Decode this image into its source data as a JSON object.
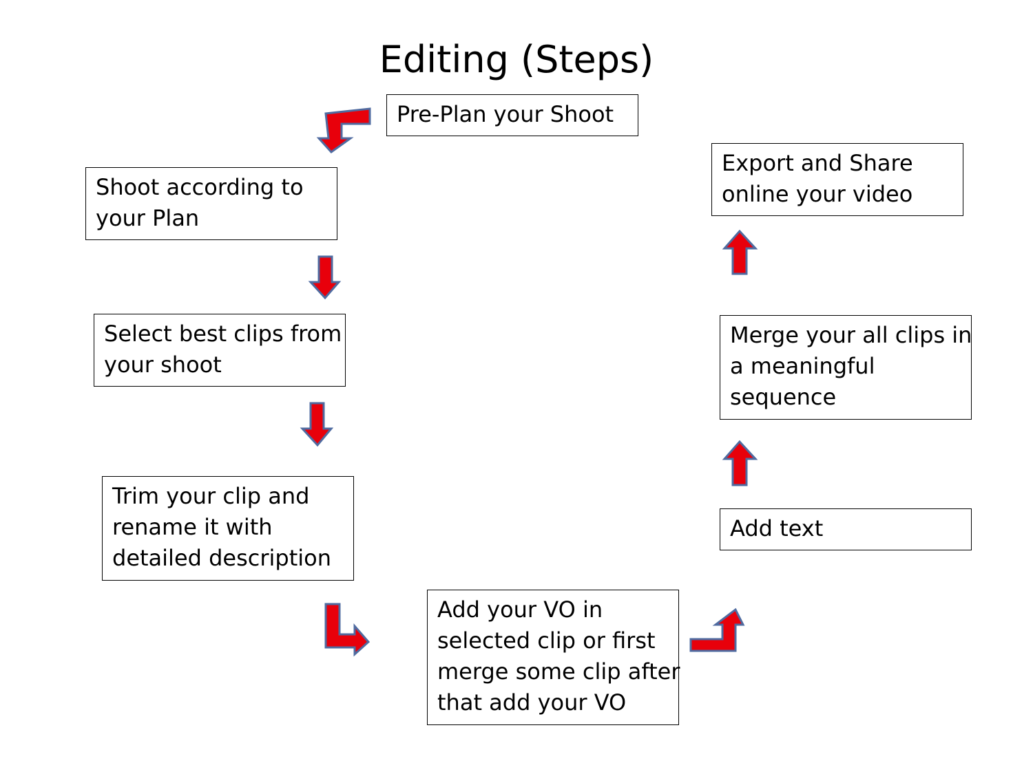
{
  "title": "Editing (Steps)",
  "colors": {
    "arrow_fill": "#e8000b",
    "arrow_stroke": "#4f6ba0",
    "box_border": "#000000"
  },
  "steps": {
    "preplan": {
      "lines": [
        "Pre-Plan your Shoot"
      ]
    },
    "shoot": {
      "lines": [
        "Shoot according to",
        "your Plan"
      ]
    },
    "select": {
      "lines": [
        "Select best clips from",
        "your shoot"
      ]
    },
    "trim": {
      "lines": [
        "Trim your clip and",
        "rename it with",
        "detailed description"
      ]
    },
    "vo": {
      "lines": [
        "Add your VO in",
        "selected clip or first",
        "merge some clip after",
        "that add  your VO"
      ]
    },
    "text": {
      "lines": [
        "Add text"
      ]
    },
    "merge": {
      "lines": [
        "Merge your all clips in",
        "a meaningful",
        "sequence"
      ]
    },
    "export": {
      "lines": [
        "Export and Share",
        "online your video"
      ]
    }
  }
}
